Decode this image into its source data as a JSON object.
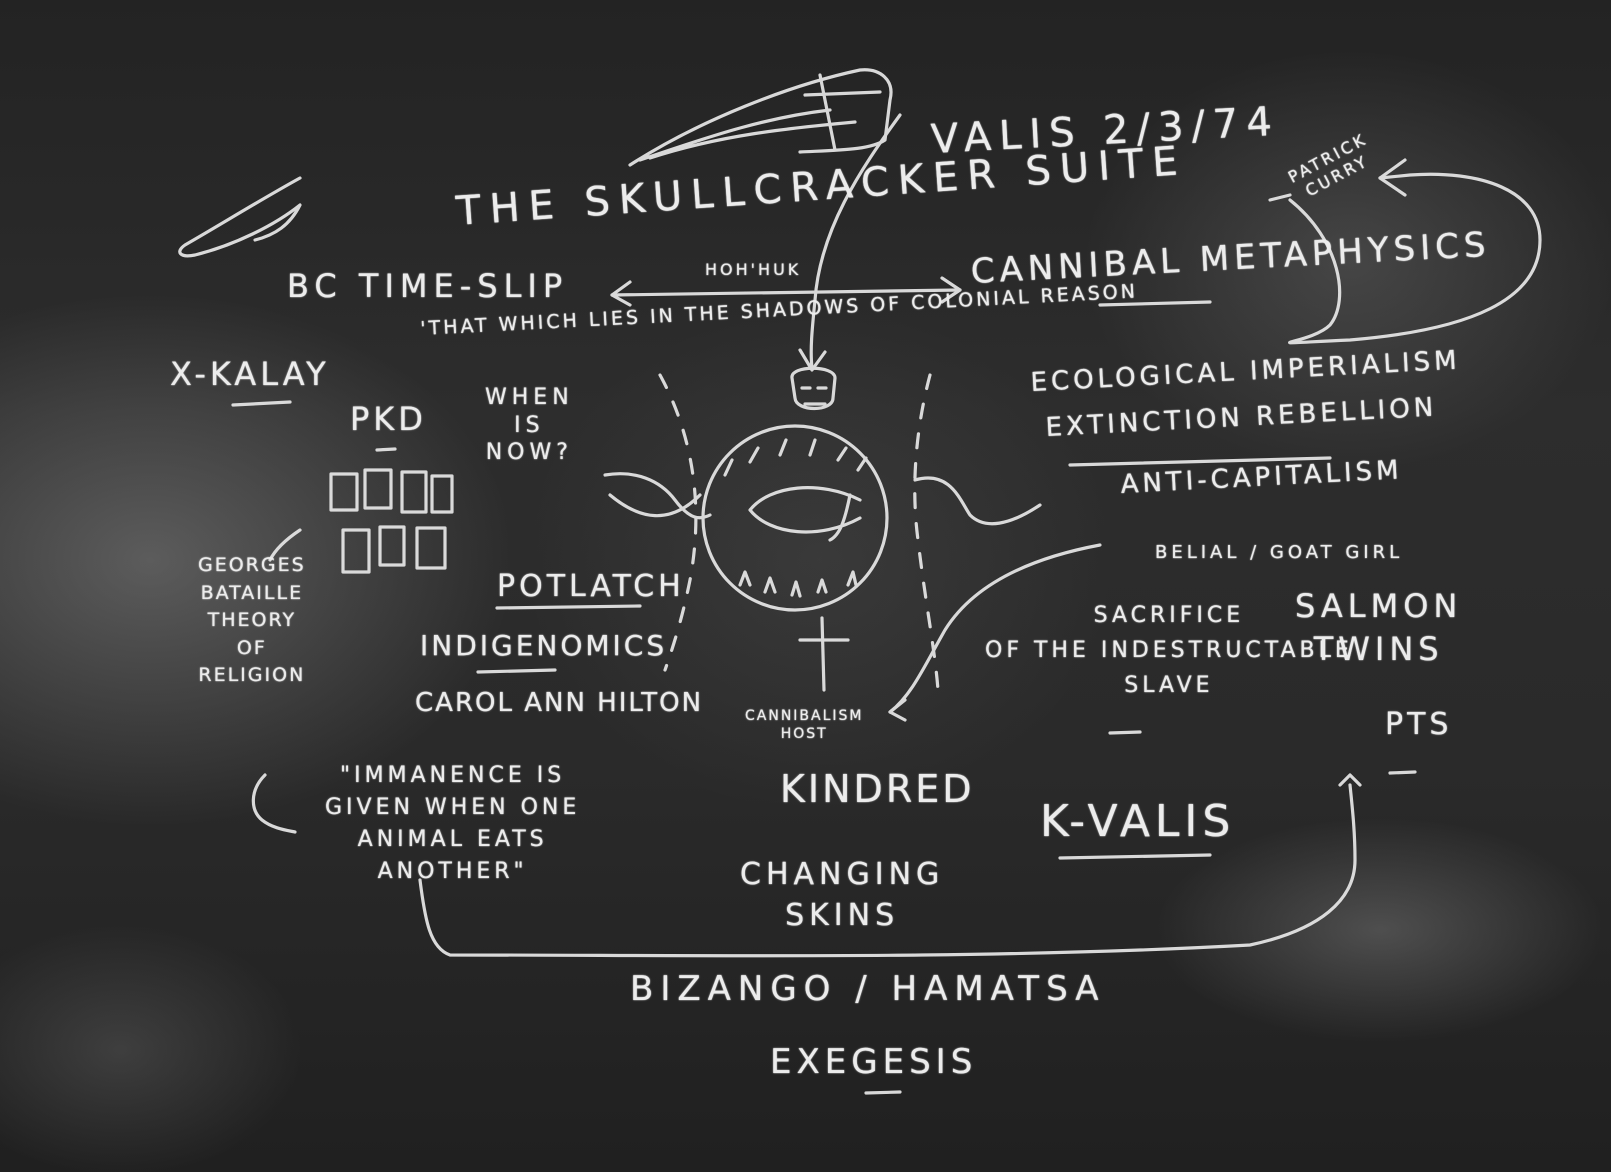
{
  "title": "THE SKULLCRACKER SUITE",
  "valis_date": "VALIS 2/3/74",
  "patrick_curry": [
    "PATRICK",
    "CURRY"
  ],
  "bc_time_slip": "BC TIME-SLIP",
  "hohhuk": "HOH'HUK",
  "cannibal_metaphysics": "CANNIBAL METAPHYSICS",
  "shadows_quote": "'THAT WHICH LIES IN THE SHADOWS OF COLONIAL REASON",
  "x_kalay": "X-KALAY",
  "pkd": "PKD",
  "when_is_now": [
    "WHEN",
    "IS",
    "NOW?"
  ],
  "ecological_imperialism": "ECOLOGICAL IMPERIALISM",
  "extinction_rebellion": "EXTINCTION REBELLION",
  "anti_capitalism": "ANTI-CAPITALISM",
  "belial": "BELIAL / GOAT GIRL",
  "bataille": [
    "GEORGES",
    "BATAILLE",
    "THEORY",
    "OF",
    "RELIGION"
  ],
  "potlatch": "POTLATCH",
  "indigenomics": "INDIGENOMICS",
  "carol_ann_hilton": "CAROL ANN HILTON",
  "sacrifice": [
    "SACRIFICE",
    "OF THE INDESTRUCTABLE",
    "SLAVE"
  ],
  "salmon_twins": [
    "SALMON",
    "TWINS"
  ],
  "pts": "PTS",
  "cannibalism_host": [
    "CANNIBALISM",
    "HOST"
  ],
  "kindred": "KINDRED",
  "immanence_quote": [
    "\"IMMANENCE IS",
    "GIVEN WHEN ONE",
    "ANIMAL EATS",
    "ANOTHER\""
  ],
  "k_valis": "K-VALIS",
  "changing_skins": [
    "CHANGING",
    "SKINS"
  ],
  "bizango_hamatsa": "BIZANGO / HAMATSA",
  "exegesis": "EXEGESIS",
  "chalk_color": "#ececec",
  "board_color": "#2a2a2a"
}
